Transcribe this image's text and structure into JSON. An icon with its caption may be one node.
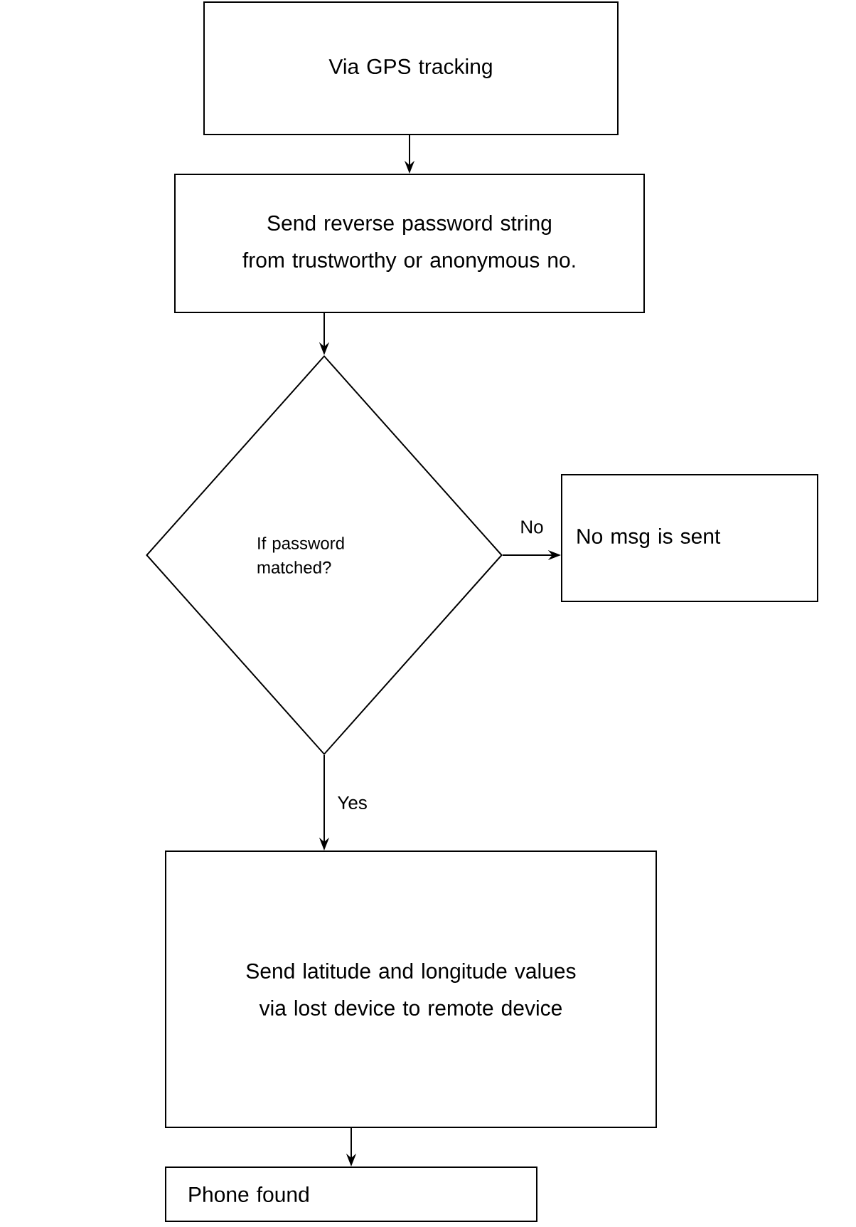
{
  "diagram": {
    "nodes": [
      {
        "text": [
          "Via GPS tracking"
        ]
      },
      {
        "text": [
          "Send reverse password string from trustworthy or anonymous no."
        ]
      },
      {
        "text": [
          "If password matched?"
        ]
      },
      {
        "text": [
          "No msg is sent"
        ]
      },
      {
        "text": [
          "Send latitude and longitude values via lost device to remote device"
        ]
      },
      {
        "text": [
          "Phone found"
        ]
      }
    ],
    "edges": [
      {
        "from": 0,
        "to": 1,
        "arrow": "to"
      },
      {
        "from": 1,
        "to": 2,
        "arrow": "to"
      },
      {
        "from": 2,
        "to": 3,
        "arrow": "to",
        "label": "No"
      },
      {
        "from": 2,
        "to": 4,
        "arrow": "to",
        "label": "Yes"
      },
      {
        "from": 4,
        "to": 5,
        "arrow": "to"
      }
    ]
  }
}
